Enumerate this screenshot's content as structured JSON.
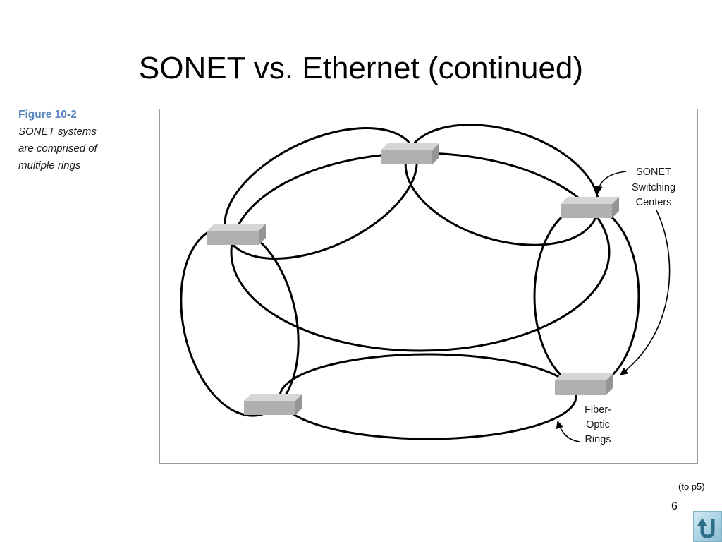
{
  "slide": {
    "title": "SONET vs. Ethernet (continued)",
    "footer_link": "(to p5)",
    "page_number": "6"
  },
  "figure": {
    "caption_label": "Figure 10-2",
    "caption_lines": [
      "SONET systems",
      "are comprised of",
      "multiple rings"
    ],
    "labels": {
      "switching_centers": [
        "SONET",
        "Switching",
        "Centers"
      ],
      "fiber_rings": [
        "Fiber-",
        "Optic",
        "Rings"
      ]
    }
  },
  "icons": {
    "return_button": "return-arrow-icon"
  },
  "colors": {
    "caption_accent": "#5a86c2",
    "switch_box_gray": "#b0b0b0",
    "return_button_fill": "#a9d2e3",
    "return_arrow": "#2c6d88"
  }
}
